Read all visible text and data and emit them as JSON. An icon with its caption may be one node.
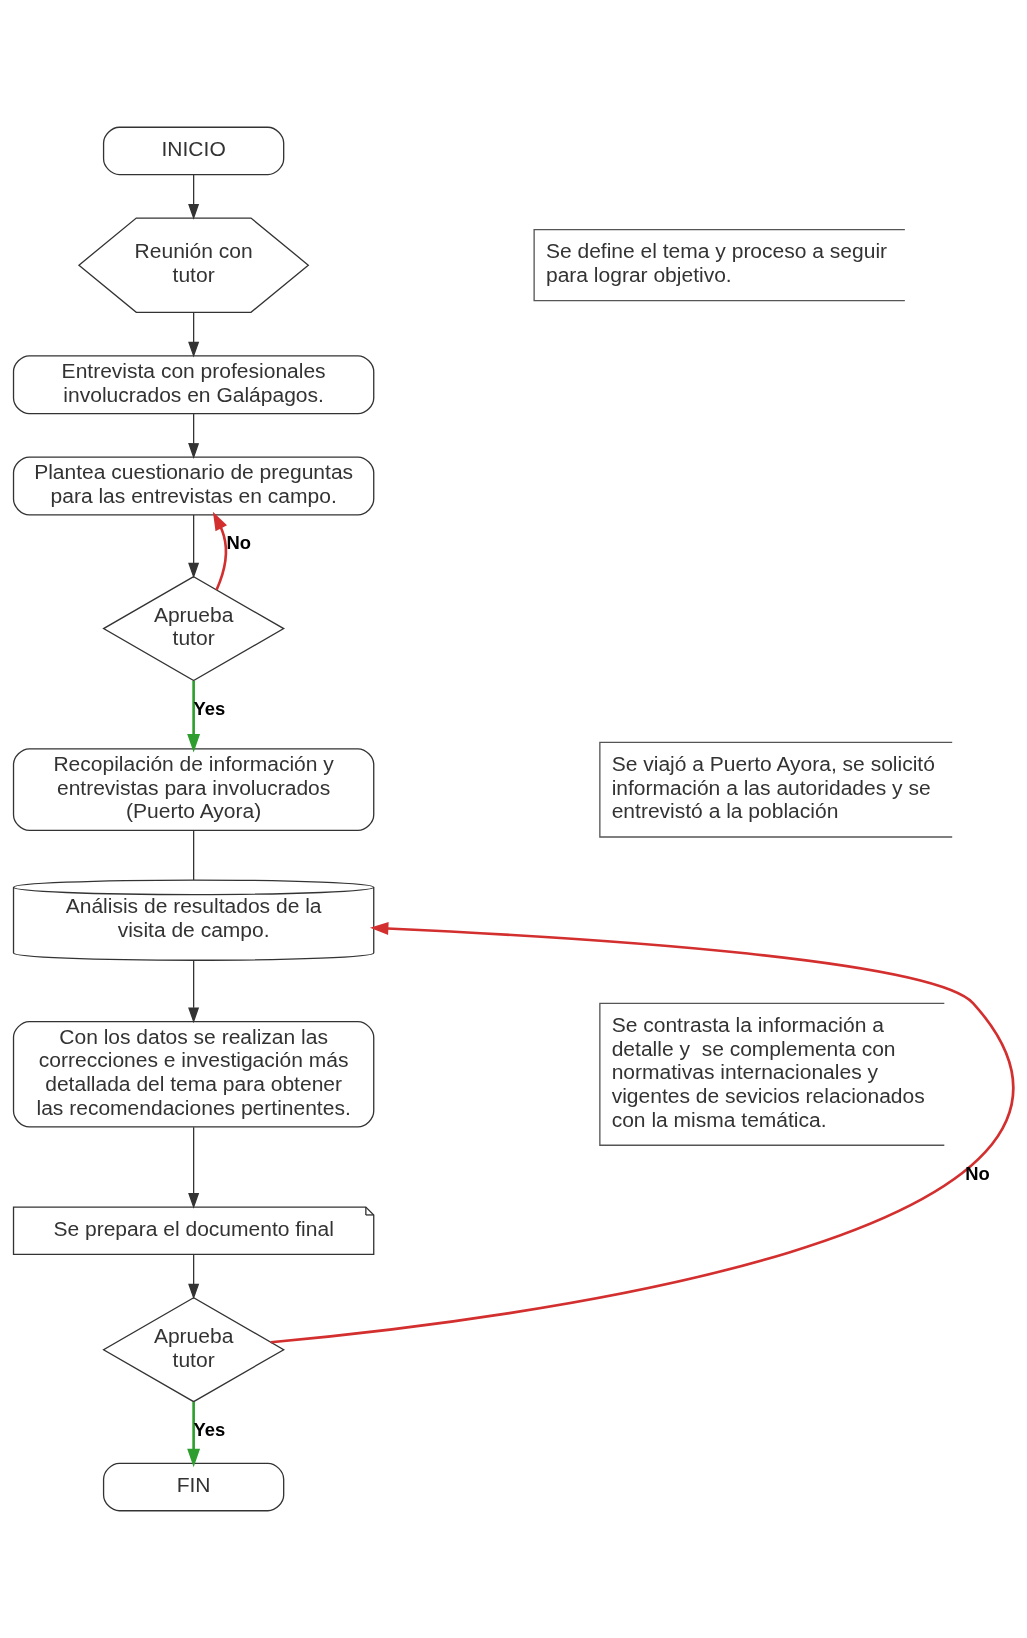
{
  "diagram": {
    "nodes": [
      {
        "text": [
          "INICIO"
        ]
      },
      {
        "text": [
          "Reunión con tutor"
        ]
      },
      {
        "text": [
          "Se define el tema y proceso a seguir para lograr objetivo."
        ]
      },
      {
        "text": [
          "Entrevista con profesionales involucrados en Galápagos."
        ]
      },
      {
        "text": [
          "Plantea cuestionario de preguntas para las entrevistas en campo."
        ]
      },
      {
        "text": [
          "Aprueba tutor"
        ]
      },
      {
        "text": [
          "Recopilación de información y entrevistas para involucrados (Puerto Ayora)"
        ]
      },
      {
        "text": [
          "Se viajó a Puerto Ayora, se solicitó información a las autoridades y se entrevistó a la población"
        ]
      },
      {
        "text": [
          "Análisis de resultados de la visita de campo."
        ]
      },
      {
        "text": [
          "Con los datos se realizan las correcciones e investigación más detallada del tema para obtener las recomendaciones pertinentes."
        ]
      },
      {
        "text": [
          "Se contrasta la información a detalle y  se complementa con normativas internacionales y vigentes de sevicios relacionados con la misma temática."
        ]
      },
      {
        "text": [
          "Se prepara el documento final"
        ]
      },
      {
        "text": [
          "Aprueba tutor"
        ]
      },
      {
        "text": [
          "FIN"
        ]
      }
    ],
    "edges": [
      {
        "from": 0,
        "to": 1,
        "arrow": "to"
      },
      {
        "from": 1,
        "to": 3,
        "arrow": "to"
      },
      {
        "from": 3,
        "to": 4,
        "arrow": "to"
      },
      {
        "from": 4,
        "to": 5,
        "arrow": "to"
      },
      {
        "from": 5,
        "to": 4,
        "arrow": "to",
        "label": "No",
        "color": "#d32f2f"
      },
      {
        "from": 5,
        "to": 6,
        "arrow": "to",
        "label": "Yes",
        "color": "#2e9e2e"
      },
      {
        "from": 6,
        "to": 8,
        "arrow": "none"
      },
      {
        "from": 8,
        "to": 9,
        "arrow": "to"
      },
      {
        "from": 9,
        "to": 11,
        "arrow": "to"
      },
      {
        "from": 11,
        "to": 12,
        "arrow": "to"
      },
      {
        "from": 12,
        "to": 8,
        "arrow": "to",
        "label": "No",
        "color": "#d32f2f"
      },
      {
        "from": 12,
        "to": 13,
        "arrow": "to",
        "label": "Yes",
        "color": "#2e9e2e"
      }
    ]
  }
}
